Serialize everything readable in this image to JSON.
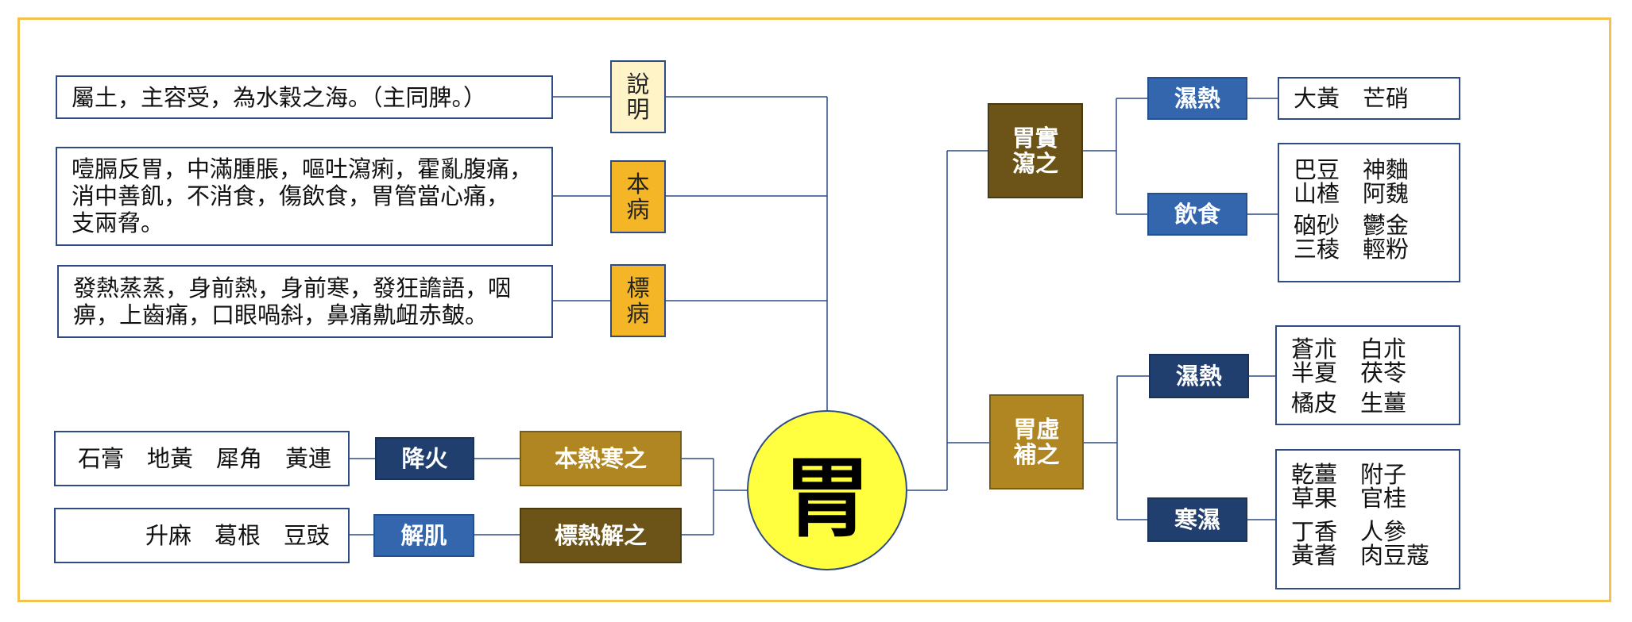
{
  "center": {
    "label": "胃"
  },
  "colors": {
    "frame": "#f2c14e",
    "connector": "#2f4b86",
    "center_fill": "#ffff40",
    "tag_light": "#fff3c8",
    "tag_orange": "#f4b626",
    "tag_gold": "#b08622",
    "tag_brown": "#6c5418",
    "tag_navy": "#213f6e",
    "tag_blue": "#3466ae"
  },
  "left": {
    "explanation": {
      "tag": [
        "說",
        "明"
      ],
      "text": [
        "屬土，主容受，為水穀之海。（主同脾。）"
      ]
    },
    "primary_disease": {
      "tag": [
        "本",
        "病"
      ],
      "text": [
        "噎膈反胃，中滿腫脹，嘔吐瀉痢，霍亂腹痛，",
        "消中善飢，不消食，傷飲食，胃管當心痛，",
        "支兩脅。"
      ]
    },
    "secondary_disease": {
      "tag": [
        "標",
        "病"
      ],
      "text": [
        "發熱蒸蒸，身前熱，身前寒，發狂譫語，咽",
        "痹，上齒痛，口眼喎斜，鼻痛鼽衄赤皶。"
      ]
    },
    "root_heat": {
      "treatment": "本熱寒之",
      "method": "降火",
      "herbs": "石膏　地黃　犀角　黃連"
    },
    "branch_heat": {
      "treatment": "標熱解之",
      "method": "解肌",
      "herbs": "升麻　葛根　豆豉"
    }
  },
  "right": {
    "excess": {
      "tag": [
        "胃實",
        "瀉之"
      ],
      "groups": [
        {
          "method": "濕熱",
          "herb_rows": [
            "大黃　芒硝"
          ]
        },
        {
          "method": "飲食",
          "herb_rows": [
            "巴豆　神麯",
            "山楂　阿魏",
            "硇砂　鬱金",
            "三稜　輕粉"
          ]
        }
      ]
    },
    "deficiency": {
      "tag": [
        "胃虛",
        "補之"
      ],
      "groups": [
        {
          "method": "濕熱",
          "herb_rows": [
            "蒼朮　白朮",
            "半夏　茯苓",
            "橘皮　生薑"
          ]
        },
        {
          "method": "寒濕",
          "herb_rows": [
            "乾薑　附子",
            "草果　官桂",
            "丁香　人參",
            "黃耆　肉豆蔻"
          ]
        }
      ]
    }
  }
}
